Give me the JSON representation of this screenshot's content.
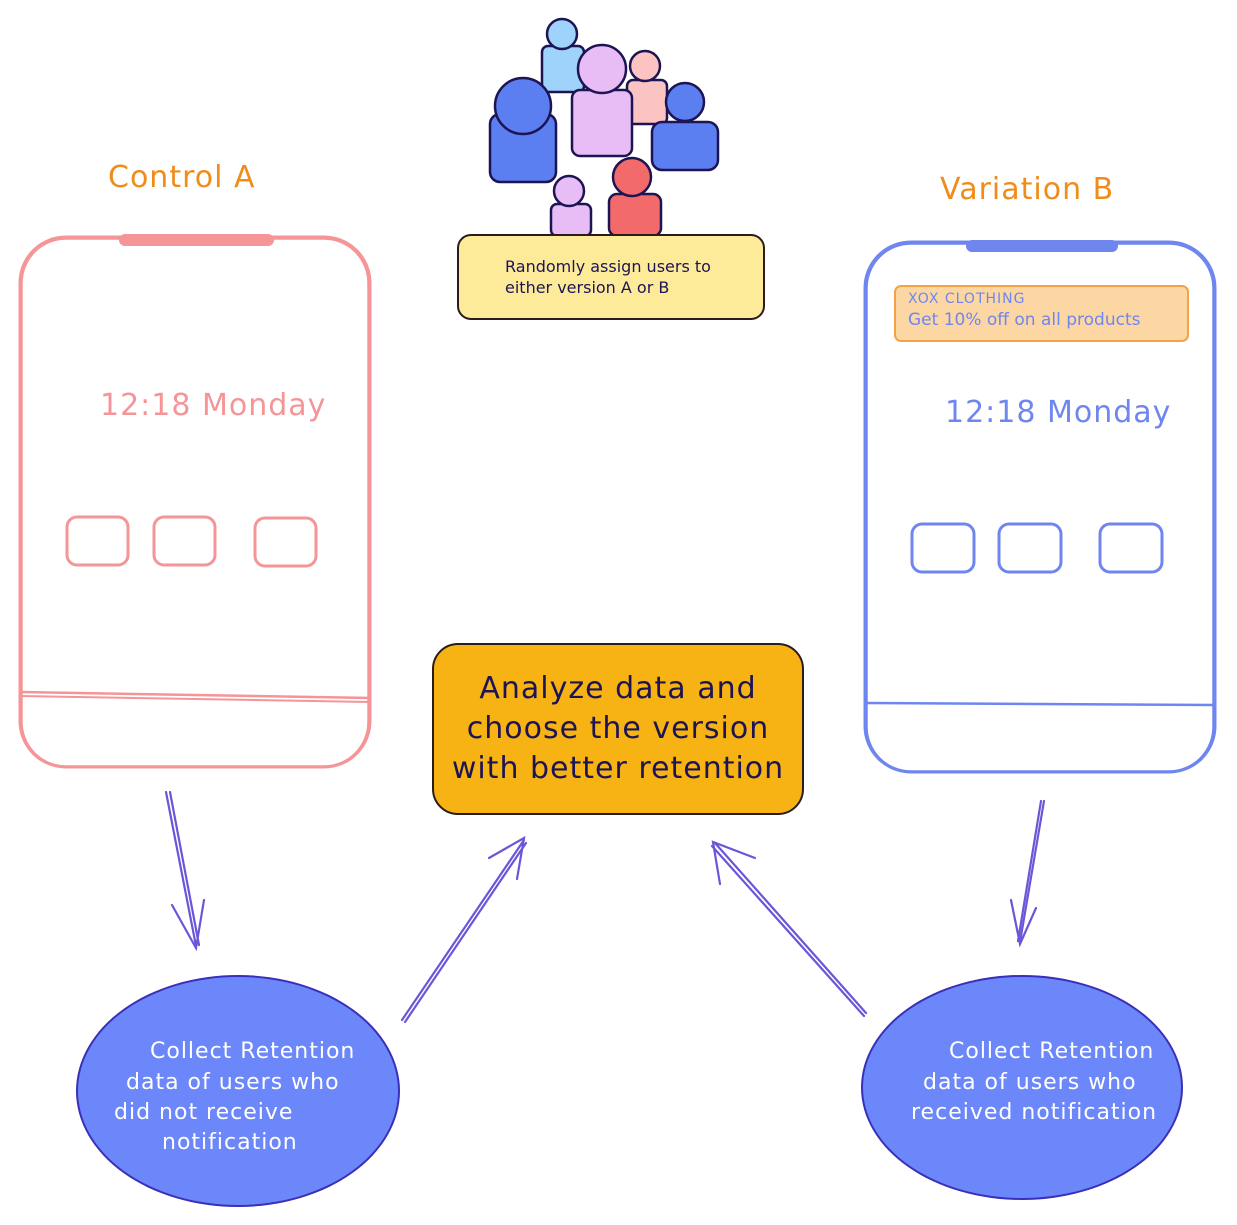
{
  "control": {
    "title": "Control A",
    "time_text": "12:18 Monday",
    "phone_color": "#f59597"
  },
  "variation": {
    "title": "Variation B",
    "time_text": "12:18 Monday",
    "phone_color": "#6f86ef",
    "notification": {
      "brand": "XOX CLOTHING",
      "message": "Get 10% off on all products",
      "fill_color": "#fcd7a4"
    }
  },
  "assign_note": {
    "line1": "Randomly assign users to",
    "line2": "either version A or B"
  },
  "center_box": {
    "line1": "Analyze data and",
    "line2": "choose the version",
    "line3": "with better retention"
  },
  "left_circle": {
    "line1": "Collect Retention",
    "line2": "data of users who",
    "line3": "did not receive",
    "line4": "notification"
  },
  "right_circle": {
    "line1": "Collect Retention",
    "line2": "data of users who",
    "line3": "received notification"
  },
  "colors": {
    "orange_label": "#f08c1a",
    "arrow": "#6c55d8",
    "center_fill": "#f7b313",
    "circle_fill": "#6b87f9",
    "note_fill": "#fdeb9a"
  }
}
